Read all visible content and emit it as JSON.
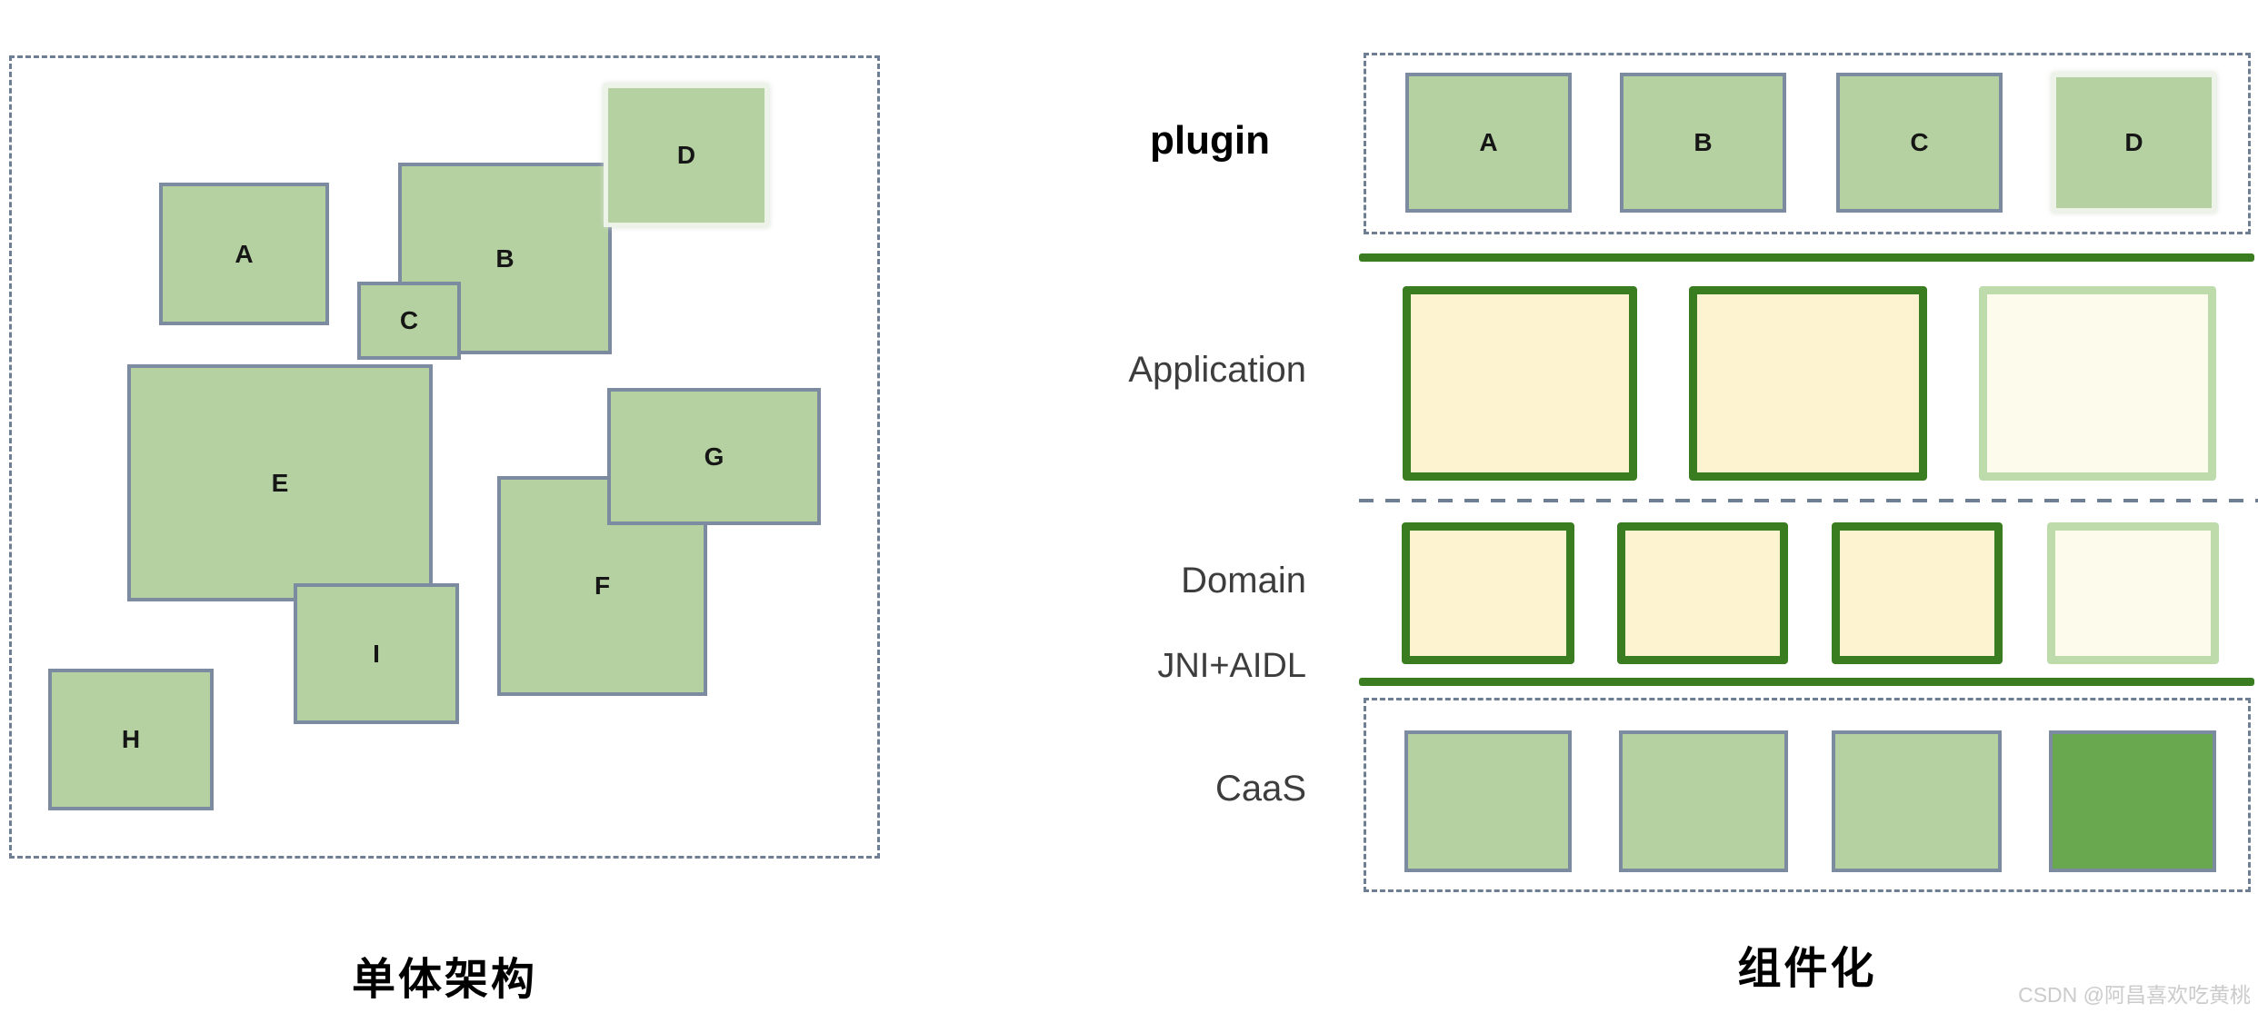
{
  "left": {
    "title": "单体架构",
    "boxes": [
      {
        "label": "A"
      },
      {
        "label": "B"
      },
      {
        "label": "C"
      },
      {
        "label": "D"
      },
      {
        "label": "E"
      },
      {
        "label": "F"
      },
      {
        "label": "G"
      },
      {
        "label": "H"
      },
      {
        "label": "I"
      }
    ]
  },
  "right": {
    "title": "组件化",
    "plugin_label": "plugin",
    "plugin_boxes": [
      {
        "label": "A"
      },
      {
        "label": "B"
      },
      {
        "label": "C"
      },
      {
        "label": "D"
      }
    ],
    "application_label": "Application",
    "domain_label": "Domain",
    "jni_label": "JNI+AIDL",
    "caas_label": "CaaS"
  },
  "watermark": {
    "text": "CSDN @阿昌喜欢吃黄桃"
  },
  "colors": {
    "box_green_fill": "#b5d1a1",
    "box_slate_border": "#7d8ba1",
    "dash_slate": "#6e7e93",
    "dark_green_border": "#3a7c20",
    "cream_fill": "#fdf3d1",
    "faded_green_border": "#bedcab",
    "faded_cream_fill": "#fdfbec",
    "caas_dark_green": "#6aa84f",
    "label_gray": "#3d3d3d",
    "watermark_gray": "#cbcbcb",
    "background": "#ffffff"
  }
}
